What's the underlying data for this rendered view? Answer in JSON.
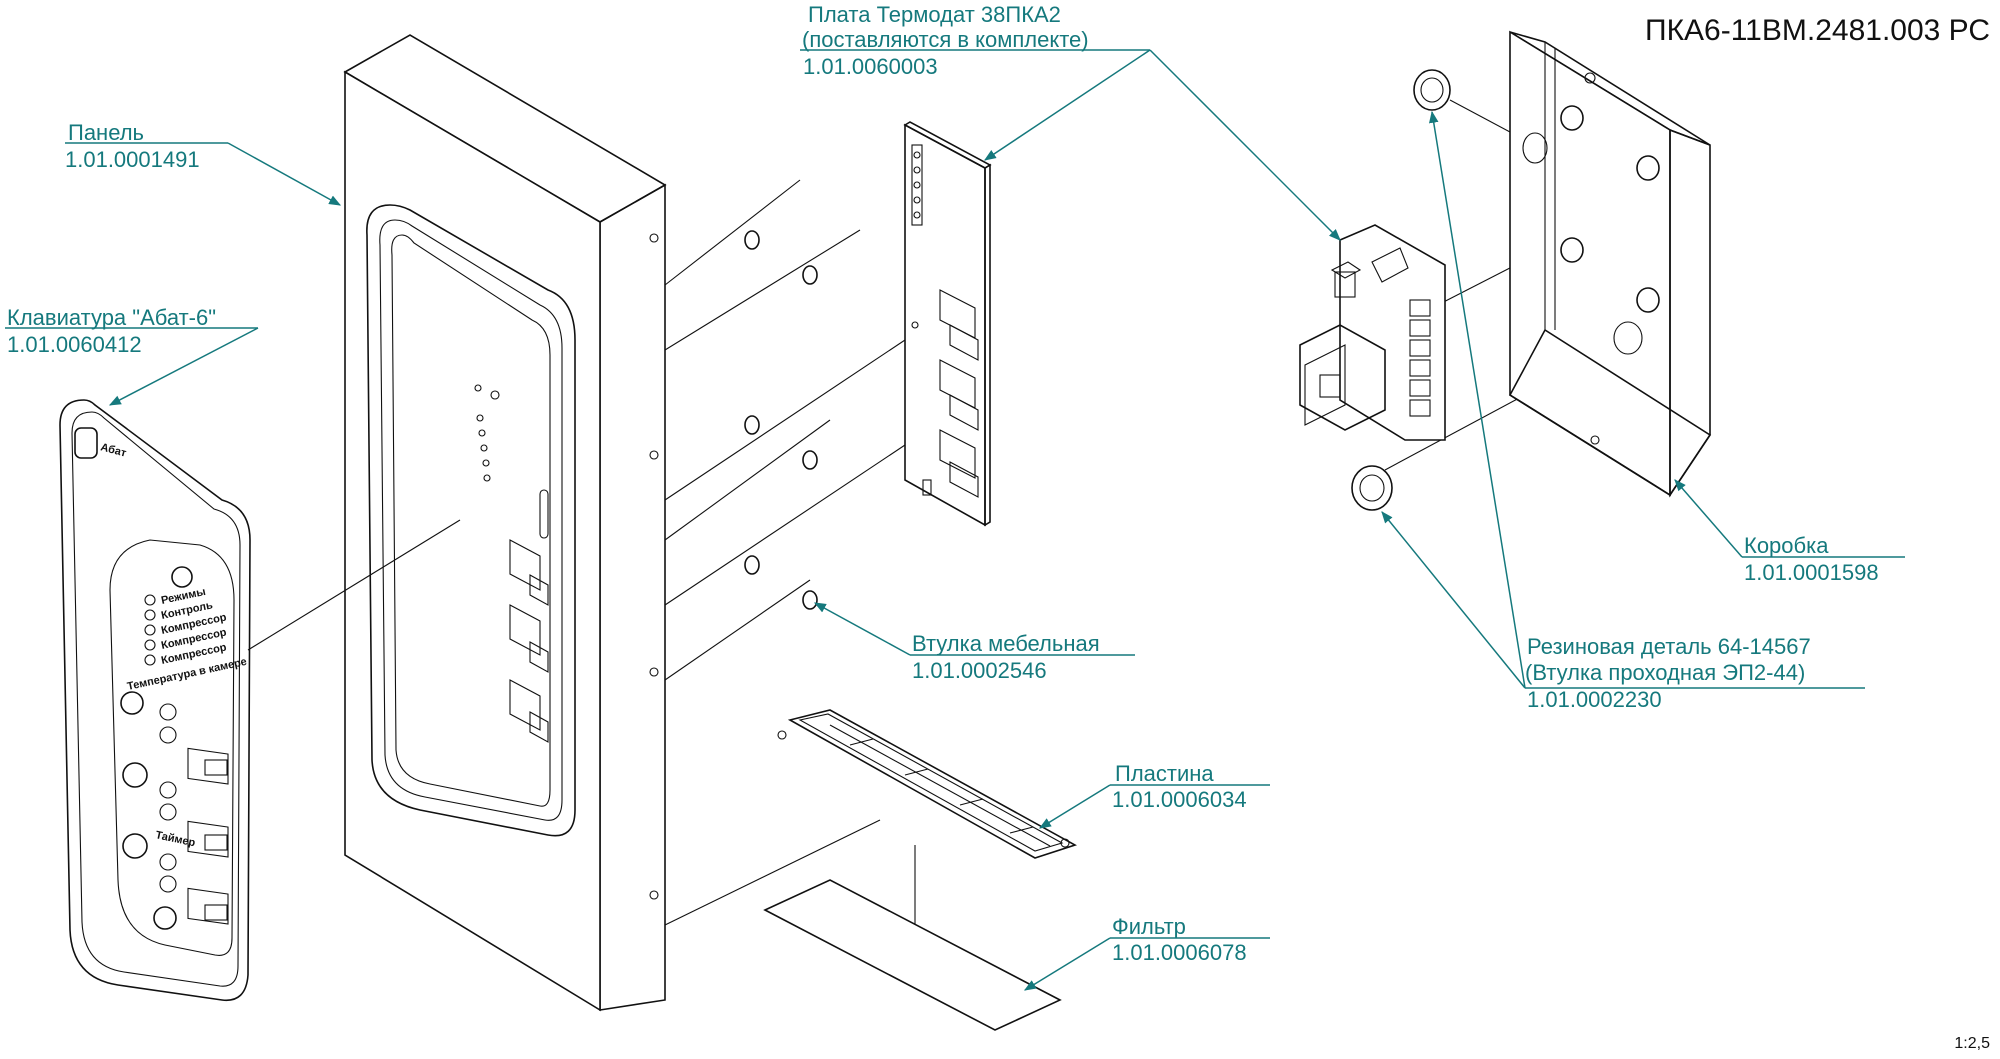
{
  "title": "ПКА6-11ВМ.2481.003 РС",
  "scale": "1:2,5",
  "brand": "Абат",
  "keypad_text": {
    "modes": [
      "Режимы",
      "Контроль",
      "Компрессор",
      "Компрессор",
      "Компрессор"
    ],
    "temperature": "Температура в камере",
    "timer": "Таймер"
  },
  "labels": {
    "panel": {
      "name": "Панель",
      "code": "1.01.0001491"
    },
    "keyboard": {
      "name": "Клавиатура \"Абат-6\"",
      "code": "1.01.0060412"
    },
    "board": {
      "name": "Плата Термодат 38ПКА2",
      "note": "(поставляются в комплекте)",
      "code": "1.01.0060003"
    },
    "bushing": {
      "name": "Втулка мебельная",
      "code": "1.01.0002546"
    },
    "plate": {
      "name": "Пластина",
      "code": "1.01.0006034"
    },
    "filter": {
      "name": "Фильтр",
      "code": "1.01.0006078"
    },
    "box": {
      "name": "Коробка",
      "code": "1.01.0001598"
    },
    "rubber": {
      "name": "Резиновая деталь 64-14567",
      "note": "(Втулка проходная ЭП2-44)",
      "code": "1.01.0002230"
    }
  },
  "colors": {
    "callout": "#15797d",
    "line": "#111111"
  }
}
